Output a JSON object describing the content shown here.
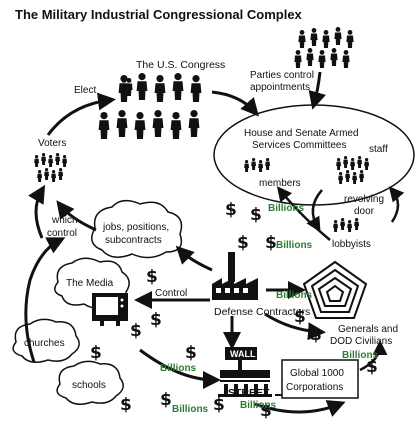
{
  "title": "The Military Industrial Congressional Complex",
  "nodes": {
    "congress": "The U.S. Congress",
    "parties_line1": "Parties control",
    "parties_line2": "appointments",
    "elect": "Elect",
    "voters": "Voters",
    "committees_line1": "House and Senate Armed",
    "committees_line2": "Services Committees",
    "staff": "staff",
    "members": "members",
    "revolving_line1": "revolving",
    "revolving_line2": "door",
    "which_line1": "which",
    "which_line2": "control",
    "jobs_line1": "jobs, positions,",
    "jobs_line2": "subcontracts",
    "lobbyists": "lobbyists",
    "media": "The Media",
    "control": "Control",
    "defense": "Defense Contractors",
    "generals_line1": "Generals and",
    "generals_line2": "DOD Civilians",
    "churches": "churches",
    "schools": "schools",
    "wall": "WALL",
    "street": "STREET",
    "global_line1": "Global 1000",
    "global_line2": "Corporations"
  },
  "money": {
    "billions": "Billions",
    "dollar": "$"
  },
  "colors": {
    "ink": "#111111",
    "billions_green": "#2e7d32",
    "paper": "#ffffff"
  },
  "icons": [
    "people-group-icon",
    "factory-icon",
    "pentagon-icon",
    "television-icon",
    "wall-street-sign-icon",
    "dollar-sign-icon"
  ]
}
